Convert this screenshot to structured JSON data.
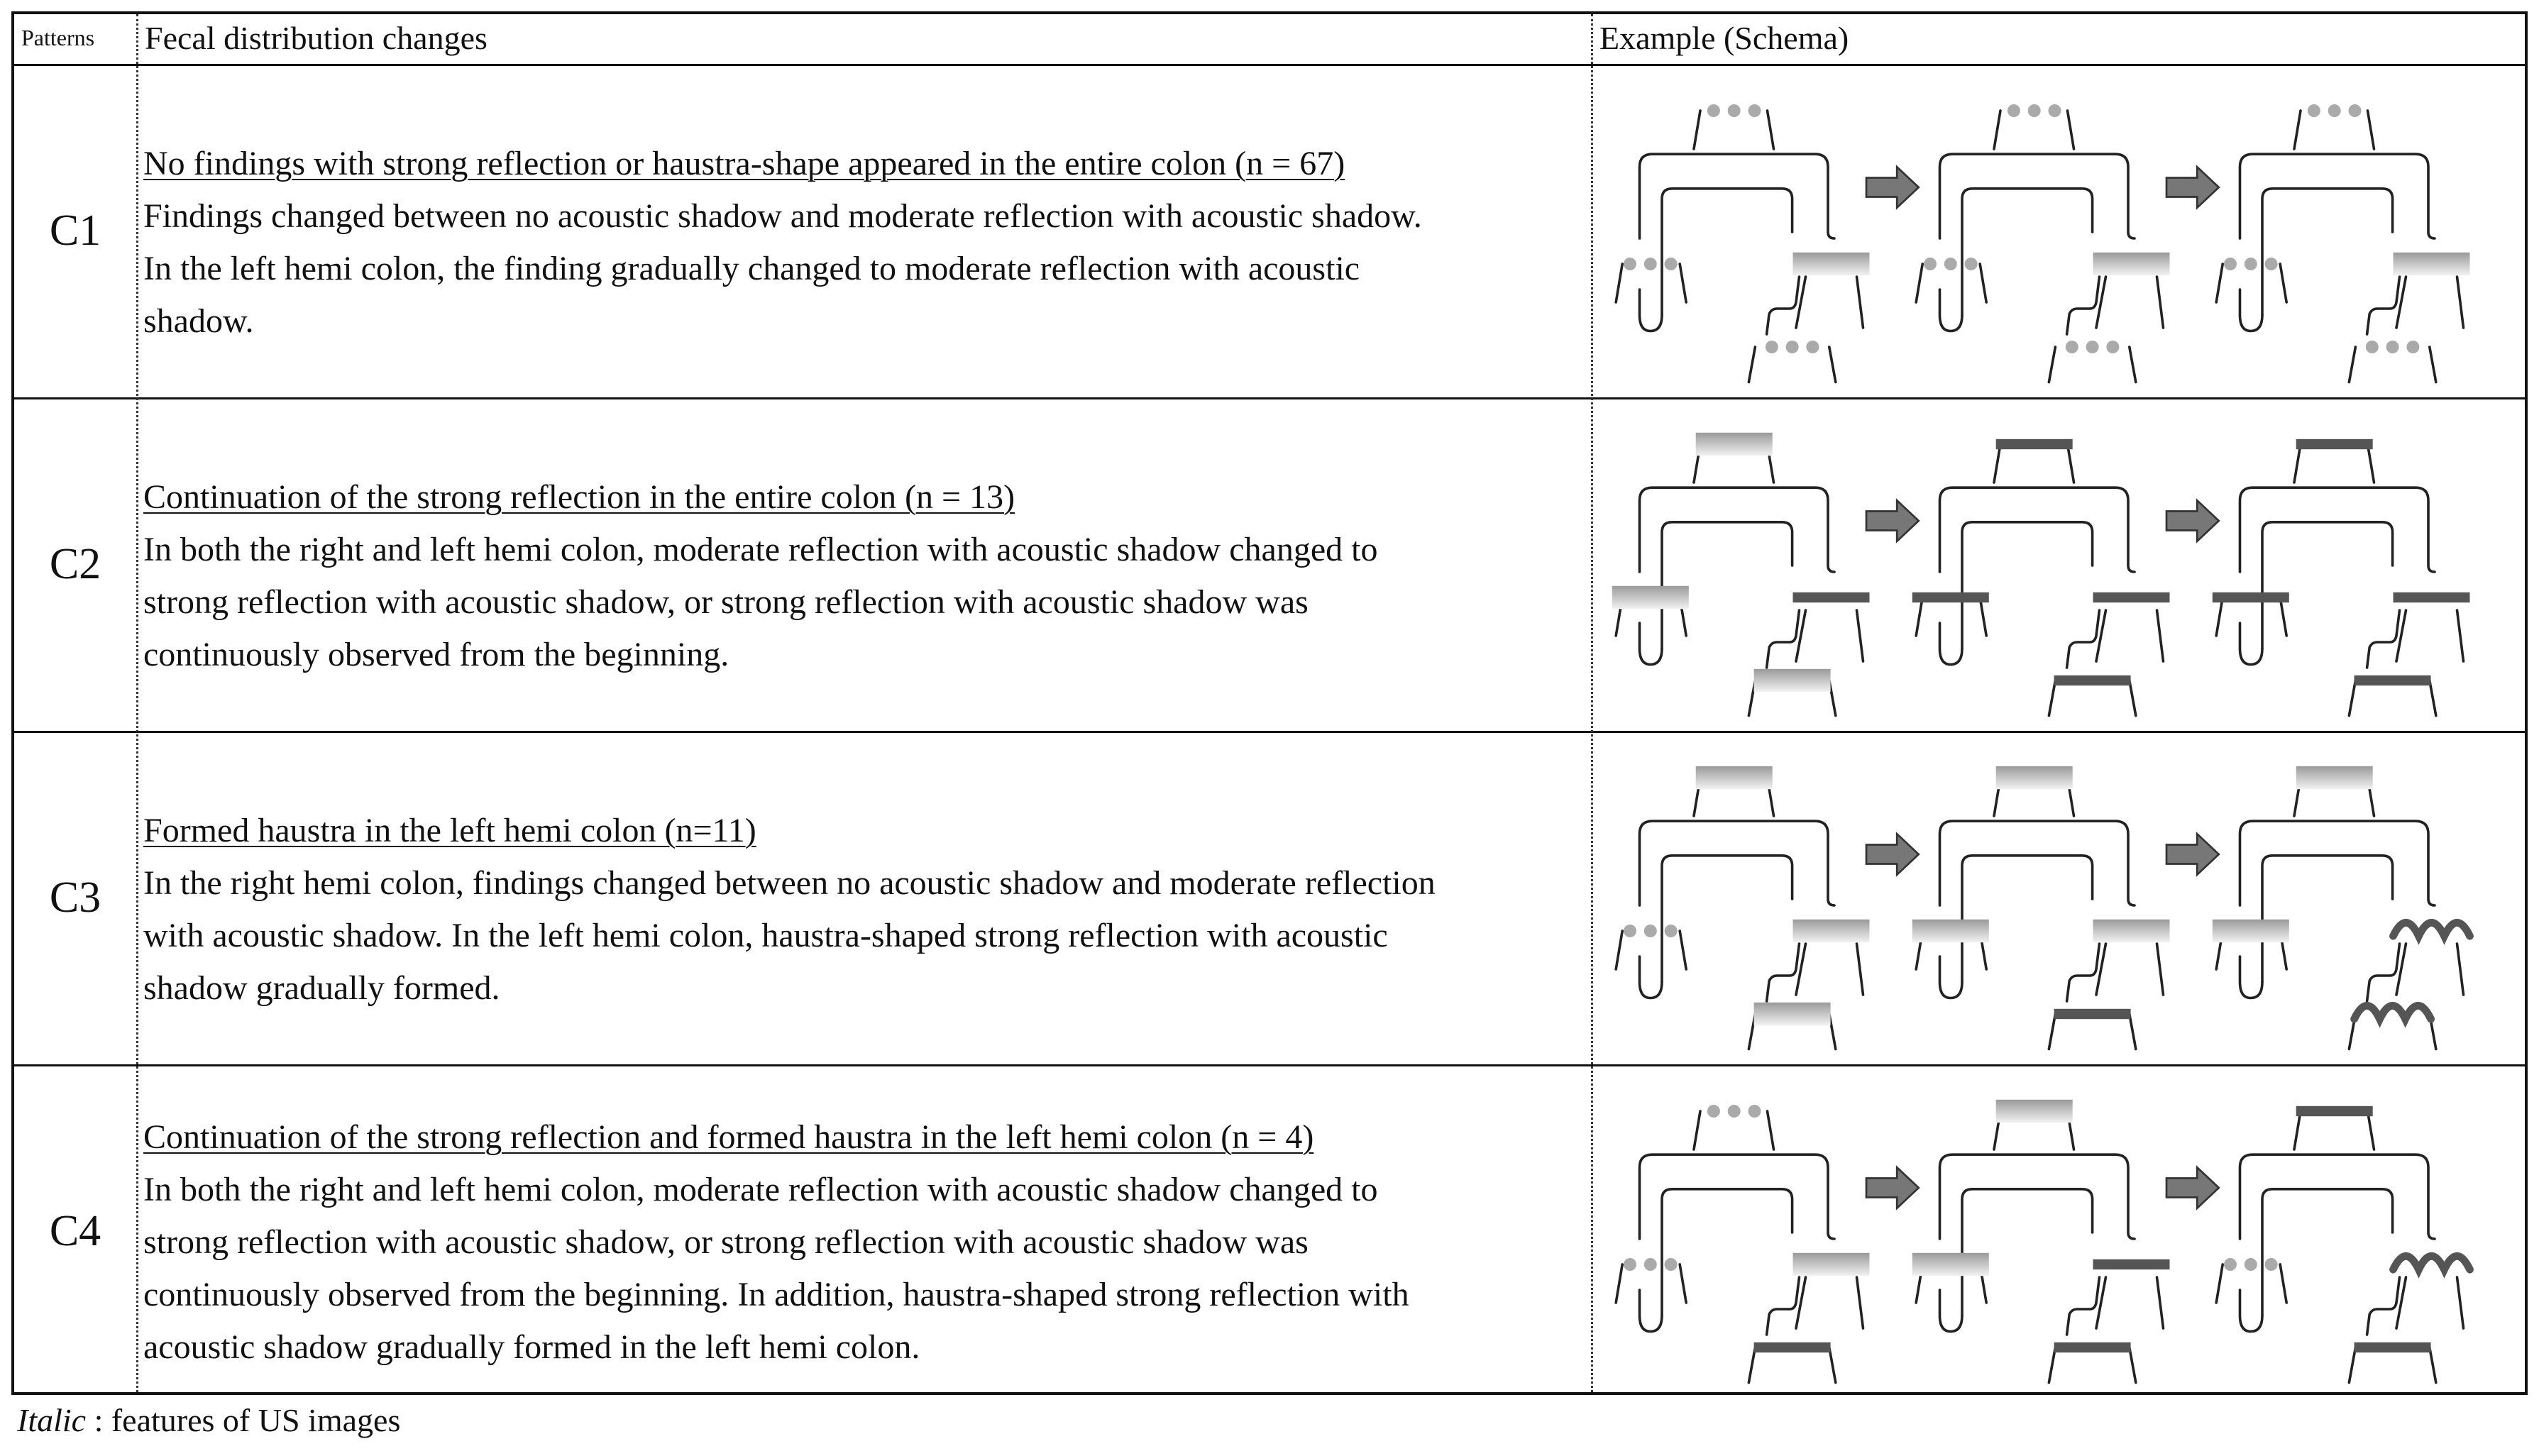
{
  "header": {
    "patterns": "Patterns",
    "changes": "Fecal distribution changes",
    "example": "Example (Schema)"
  },
  "rows": [
    {
      "pattern": "C1",
      "title": "No findings with strong reflection or haustra-shape appeared in the entire colon (n = 67)",
      "lines": [
        "Findings changed between no acoustic shadow and moderate reflection with acoustic shadow.",
        "In the left hemi colon, the finding gradually changed to moderate reflection with acoustic",
        "shadow."
      ]
    },
    {
      "pattern": "C2",
      "title": "Continuation of the strong reflection in the entire colon (n = 13)",
      "lines": [
        "In both the right and left hemi colon, moderate reflection with acoustic shadow changed to",
        "strong reflection with acoustic shadow, or strong reflection with acoustic shadow was",
        "continuously observed from the beginning."
      ]
    },
    {
      "pattern": "C3",
      "title": "Formed haustra in the left hemi colon (n=11)",
      "lines": [
        "In the right hemi colon, findings changed between no acoustic shadow and moderate reflection",
        "with acoustic shadow. In the left hemi colon, haustra-shaped strong reflection with acoustic",
        "shadow gradually formed."
      ]
    },
    {
      "pattern": "C4",
      "title": "Continuation of the strong reflection and formed haustra in the left hemi colon (n = 4)",
      "lines": [
        "In both the right and left hemi colon, moderate reflection with acoustic shadow changed to",
        "strong reflection with acoustic shadow, or strong reflection with acoustic shadow was",
        "continuously observed from the beginning. In addition, haustra-shaped strong reflection with",
        "acoustic shadow gradually formed in the left hemi colon."
      ]
    }
  ],
  "schema": [
    [
      {
        "top": "dots",
        "right": "dots",
        "left": "grad",
        "bottom": "dots"
      },
      {
        "top": "dots",
        "right": "dots",
        "left": "grad",
        "bottom": "dots"
      },
      {
        "top": "dots",
        "right": "dots",
        "left": "grad",
        "bottom": "dots"
      }
    ],
    [
      {
        "top": "grad",
        "right": "grad",
        "left": "bar",
        "bottom": "grad"
      },
      {
        "top": "bar",
        "right": "bar",
        "left": "bar",
        "bottom": "bar"
      },
      {
        "top": "bar",
        "right": "bar",
        "left": "bar",
        "bottom": "bar"
      }
    ],
    [
      {
        "top": "grad",
        "right": "dots",
        "left": "grad",
        "bottom": "grad"
      },
      {
        "top": "grad",
        "right": "grad",
        "left": "grad",
        "bottom": "bar"
      },
      {
        "top": "grad",
        "right": "grad",
        "left": "haustra",
        "bottom": "haustra"
      }
    ],
    [
      {
        "top": "dots",
        "right": "dots",
        "left": "grad",
        "bottom": "bar"
      },
      {
        "top": "grad",
        "right": "grad",
        "left": "bar",
        "bottom": "bar"
      },
      {
        "top": "bar",
        "right": "dots",
        "left": "haustra",
        "bottom": "bar"
      }
    ]
  ],
  "footnote": {
    "italic": "Italic",
    "rest": " : features of US images"
  }
}
